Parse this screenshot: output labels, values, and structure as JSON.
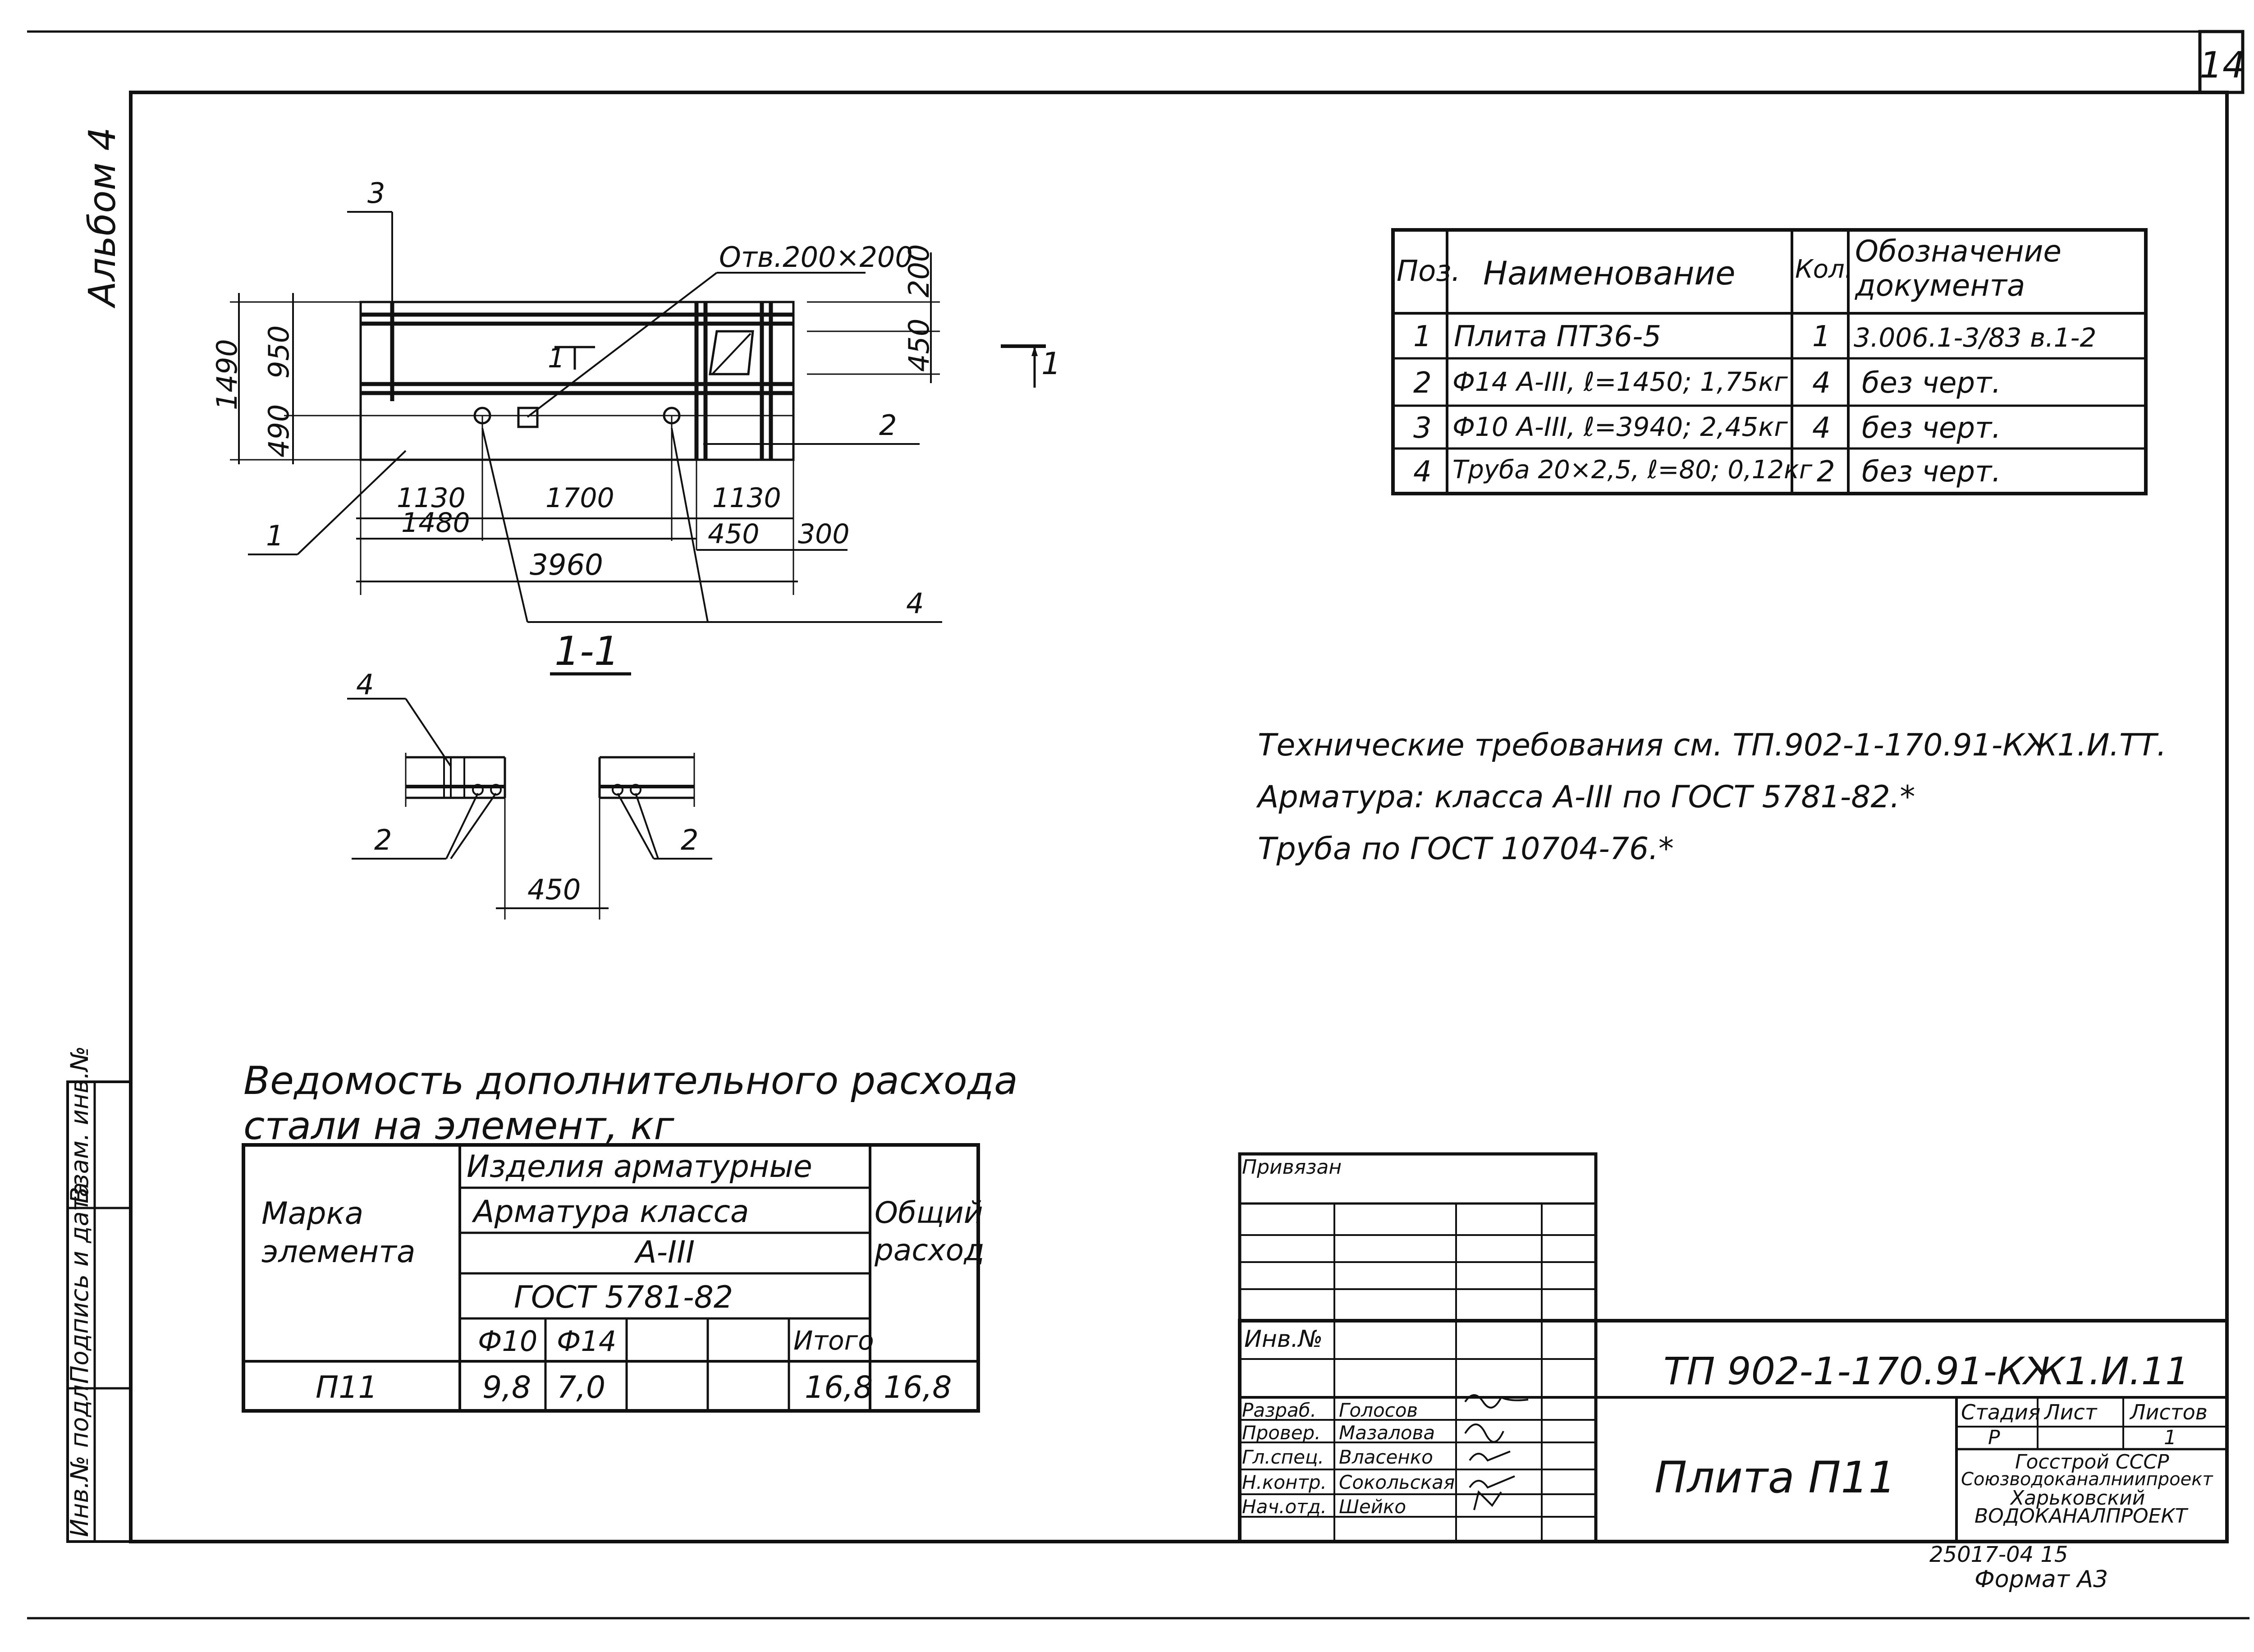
{
  "sheet_number": "14",
  "album_label": "Альбом 4",
  "plan_view": {
    "hole_label": "Отв.200×200",
    "section_arrow_label": "1",
    "section_mark_label": "1",
    "leaders": {
      "pos1": "1",
      "pos2": "2",
      "pos3": "3",
      "pos4": "4"
    },
    "dims": {
      "total_height": "1490",
      "upper": "950",
      "lower": "490",
      "right_top": "200",
      "right_mid": "450",
      "left_1130": "1130",
      "mid_1700": "1700",
      "right_1130": "1130",
      "left_1480": "1480",
      "right_450": "450",
      "right_300": "300",
      "total_3960": "3960"
    }
  },
  "section_view": {
    "title": "1-1",
    "leader_top": "4",
    "leader_left": "2",
    "leader_right": "2",
    "dim_450": "450"
  },
  "spec_table": {
    "headers": [
      "Поз.",
      "Наименование",
      "Кол.",
      "Обозначение документа"
    ],
    "rows": [
      [
        "1",
        "Плита ПТ36-5",
        "1",
        "3.006.1-3/83 в.1-2"
      ],
      [
        "2",
        "Ф14 А-III, ℓ=1450; 1,75кг",
        "4",
        "без черт."
      ],
      [
        "3",
        "Ф10 А-III, ℓ=3940; 2,45кг",
        "4",
        "без черт."
      ],
      [
        "4",
        "Труба 20×2,5, ℓ=80; 0,12кг",
        "2",
        "без черт."
      ]
    ]
  },
  "notes": [
    "Технические требования см. ТП.902-1-170.91-КЖ1.И.ТТ.",
    "Арматура: класса А-III по ГОСТ 5781-82.*",
    "Труба по ГОСТ 10704-76.*"
  ],
  "steel_statement": {
    "title_line1": "Ведомость дополнительного расхода",
    "title_line2": "стали на элемент, кг",
    "mark_header": "Марка элемента",
    "group_header": "Изделия арматурные",
    "class_header": "Арматура класса",
    "class_value": "А-III",
    "gost": "ГОСТ 5781-82",
    "total_header": "Общий расход",
    "cols": [
      "Ф10",
      "Ф14",
      "",
      "",
      "Итого"
    ],
    "row": {
      "mark": "П11",
      "phi10": "9,8",
      "phi14": "7,0",
      "c3": "",
      "c4": "",
      "itogo": "16,8",
      "total": "16,8"
    }
  },
  "side_stamp": {
    "cells": [
      "Инв.№ подл.",
      "Подпись и дата",
      "Взам. инв.№"
    ]
  },
  "title_block": {
    "privyazan": "Привязан",
    "inv_no": "Инв.№",
    "code": "ТП 902-1-170.91-КЖ1.И.11",
    "object_name": "Плита П11",
    "stage_header": "Стадия",
    "sheet_header": "Лист",
    "sheets_header": "Листов",
    "stage": "Р",
    "sheets": "1",
    "org_lines": [
      "Госстрой СССР",
      "Союзводоканалниипроект",
      "Харьковский",
      "ВОДОКАНАЛПРОЕКТ"
    ],
    "roles": [
      {
        "role": "Разраб.",
        "name": "Голосов"
      },
      {
        "role": "Провер.",
        "name": "Мазалова"
      },
      {
        "role": "Гл.спец.",
        "name": "Власенко"
      },
      {
        "role": "Н.контр.",
        "name": "Сокольская"
      },
      {
        "role": "Нач.отд.",
        "name": "Шейко"
      }
    ]
  },
  "footer": {
    "archive_no": "25017-04 15",
    "format": "Формат А3"
  }
}
